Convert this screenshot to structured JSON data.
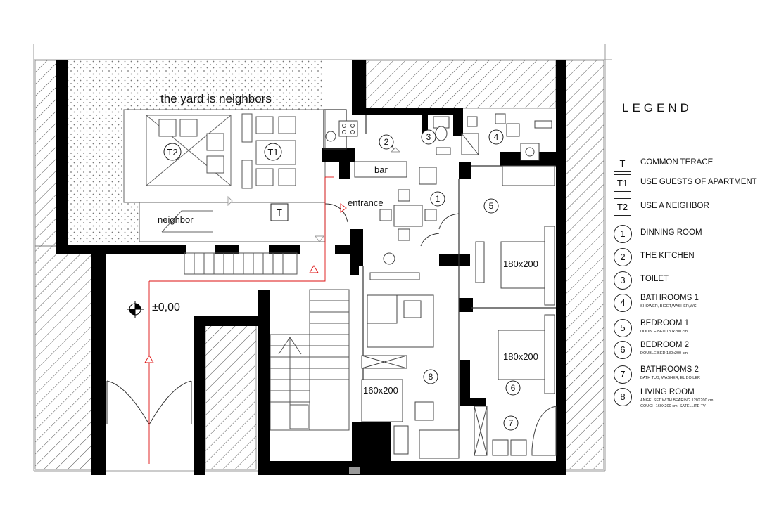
{
  "plan": {
    "yard_label": "the yard is neighbors",
    "neighbor_label": "neighbor",
    "entrance_label": "entrance",
    "bar_label": "bar",
    "level_label": "±0,00",
    "terrace_T": "T",
    "terrace_T1": "T1",
    "terrace_T2": "T2",
    "rooms": [
      "1",
      "2",
      "3",
      "4",
      "5",
      "6",
      "7",
      "8"
    ],
    "bed_1": "180x200",
    "bed_2": "180x200",
    "bed_3": "160x200"
  },
  "legend": {
    "title": "LEGEND",
    "entries": [
      {
        "key": "T",
        "shape": "box",
        "text": "COMMON TERACE",
        "sub": []
      },
      {
        "key": "T1",
        "shape": "box",
        "text": "USE GUESTS OF APARTMENT",
        "sub": []
      },
      {
        "key": "T2",
        "shape": "box",
        "text": "USE A NEIGHBOR",
        "sub": []
      },
      {
        "key": "1",
        "shape": "circle",
        "text": "DINNING ROOM",
        "sub": []
      },
      {
        "key": "2",
        "shape": "circle",
        "text": "THE KITCHEN",
        "sub": []
      },
      {
        "key": "3",
        "shape": "circle",
        "text": "TOILET",
        "sub": []
      },
      {
        "key": "4",
        "shape": "circle",
        "text": "BATHROOMS  1",
        "sub": [
          "SHOWER, BIDET,WASHER,WC"
        ]
      },
      {
        "key": "5",
        "shape": "circle",
        "text": "BEDROOM 1",
        "sub": [
          "DOUBLE BED 180x200 cm"
        ]
      },
      {
        "key": "6",
        "shape": "circle",
        "text": "BEDROOM 2",
        "sub": [
          "DOUBLE BED 180x200 cm"
        ]
      },
      {
        "key": "7",
        "shape": "circle",
        "text": "BATHROOMS  2",
        "sub": [
          "BATH TUB, WASHER, EL BOILER"
        ]
      },
      {
        "key": "8",
        "shape": "circle",
        "text": "LIVING ROOM",
        "sub": [
          "ANGELSET WITH BEARING 120X200 cm",
          "COUCH 160X200 cm, SATELLITE TV"
        ]
      }
    ]
  }
}
